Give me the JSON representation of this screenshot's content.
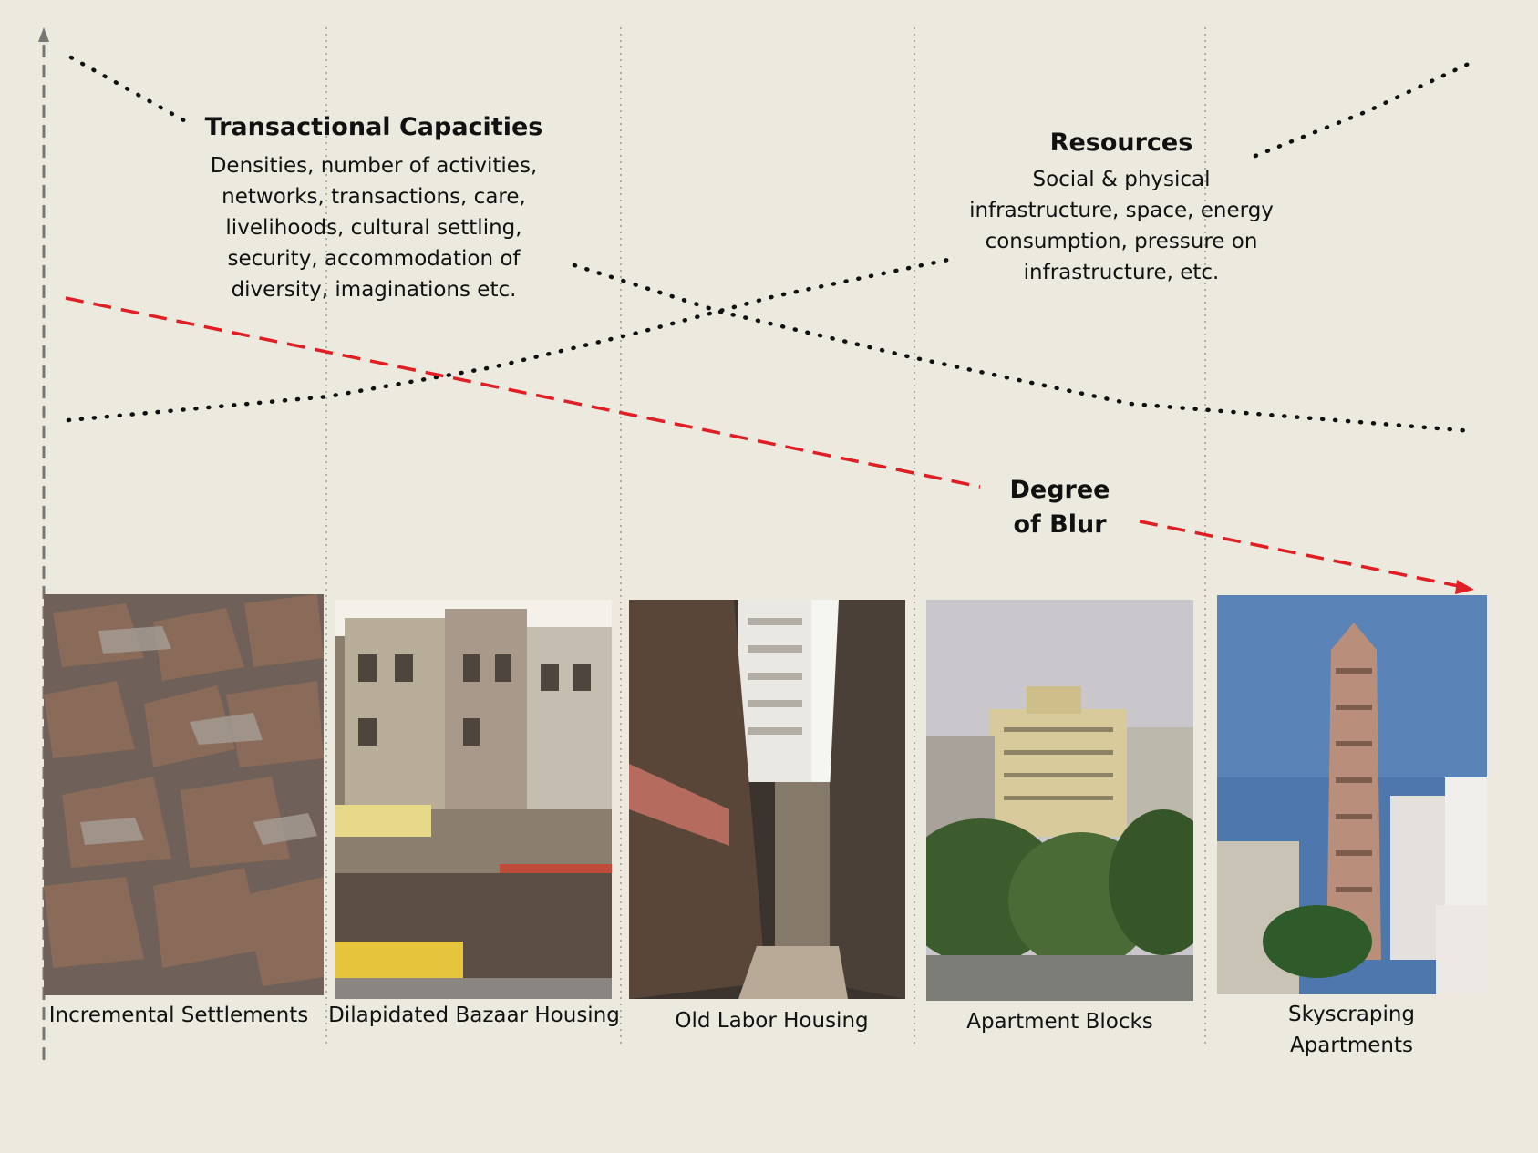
{
  "transactional": {
    "heading": "Transactional Capacities",
    "body": "Densities, number of  activities,\nnetworks, transactions, care,\nlivelihoods, cultural settling,\nsecurity, accommodation of\ndiversity, imaginations etc."
  },
  "resources": {
    "heading": "Resources",
    "body": "Social & physical\ninfrastructure, space, energy\nconsumption, pressure on\ninfrastructure, etc."
  },
  "blur": {
    "label": "Degree\nof Blur"
  },
  "columns": [
    {
      "caption": "Incremental Settlements",
      "photo": "rooftops of incremental settlements"
    },
    {
      "caption": "Dilapidated Bazaar Housing",
      "photo": "bazaar housing street with shops"
    },
    {
      "caption": "Old Labor Housing",
      "photo": "narrow lane of old labor housing"
    },
    {
      "caption": "Apartment Blocks",
      "photo": "apartment blocks behind trees"
    },
    {
      "caption": "Skyscraping\nApartments",
      "photo": "skyscraper tower on skyline"
    }
  ],
  "colors": {
    "background": "#ece9df",
    "blur_line": "#e01e24",
    "dotted_line": "#111111",
    "axis": "#777777"
  }
}
